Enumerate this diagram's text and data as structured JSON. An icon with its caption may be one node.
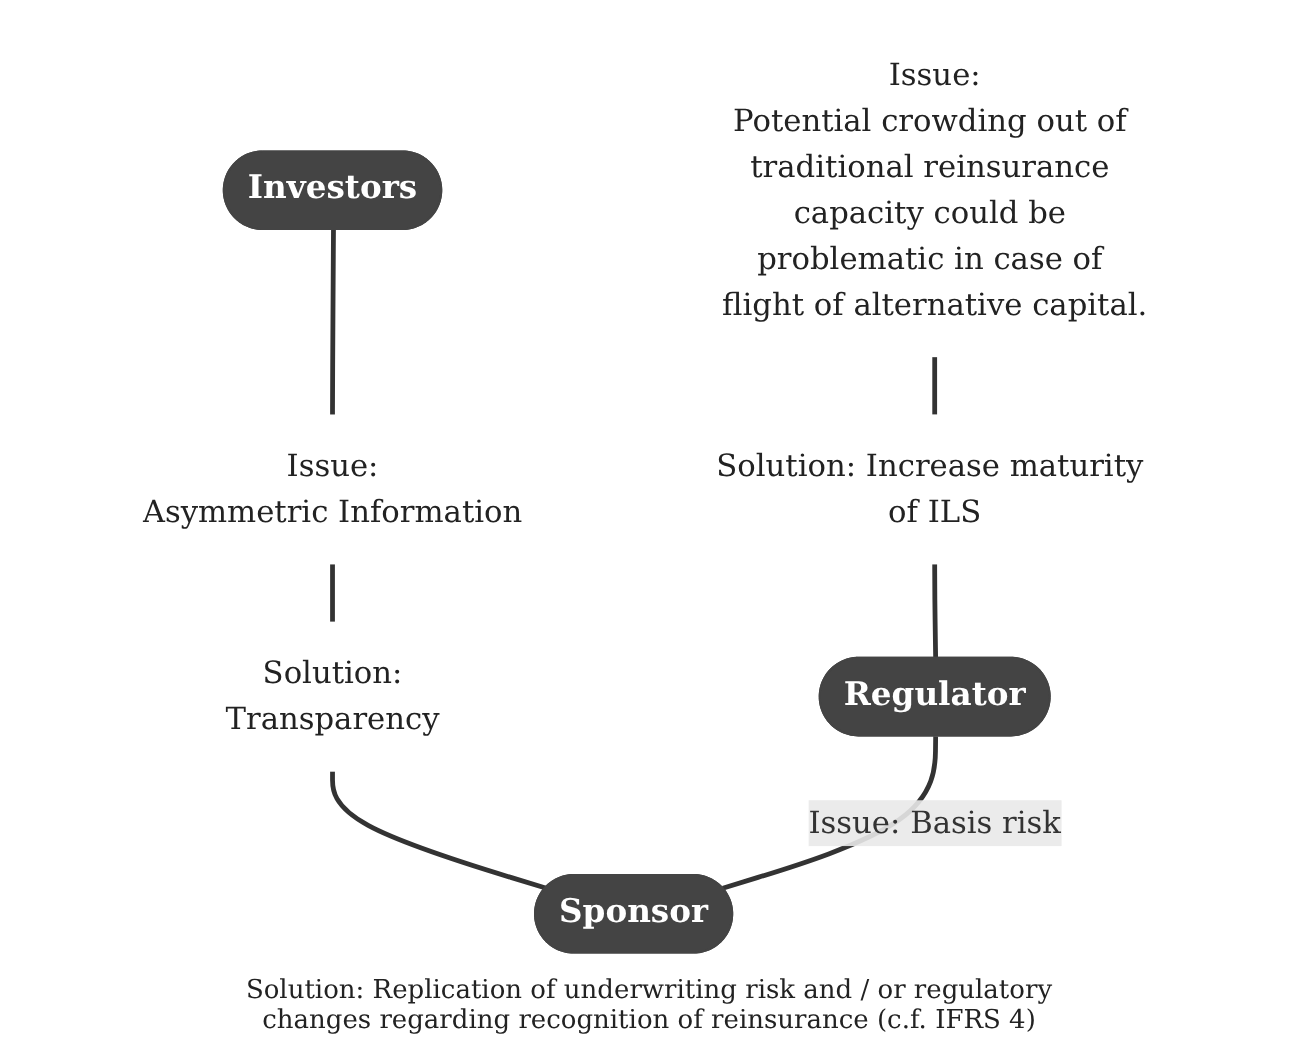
{
  "diagram": {
    "nodes": [
      {
        "text": [
          "Investors"
        ]
      },
      {
        "text": [
          "Issue:",
          "Potential crowding out of traditional reinsurance capacity could be problematic in case of flight of alternative capital."
        ]
      },
      {
        "text": [
          "Solution: Increase maturity of ILS"
        ]
      },
      {
        "text": [
          "Regulator"
        ]
      },
      {
        "text": [
          "Issue:",
          "Asymmetric Information"
        ]
      },
      {
        "text": [
          "Solution:",
          "Transparency"
        ]
      },
      {
        "text": [
          "Sponsor"
        ]
      }
    ],
    "edges": [
      {
        "from": 1,
        "to": 2,
        "arrow": "none"
      },
      {
        "from": 2,
        "to": 3,
        "arrow": "none"
      },
      {
        "from": 0,
        "to": 4,
        "arrow": "none"
      },
      {
        "from": 4,
        "to": 5,
        "arrow": "none"
      },
      {
        "from": 5,
        "to": 6,
        "arrow": "none"
      },
      {
        "from": 3,
        "to": 6,
        "arrow": "none",
        "label": "Issue: Basis risk"
      }
    ],
    "labels": [
      "Solution: Replication of underwriting risk and / or regulatory changes regarding recognition of reinsurance (c.f. IFRS 4)"
    ]
  }
}
